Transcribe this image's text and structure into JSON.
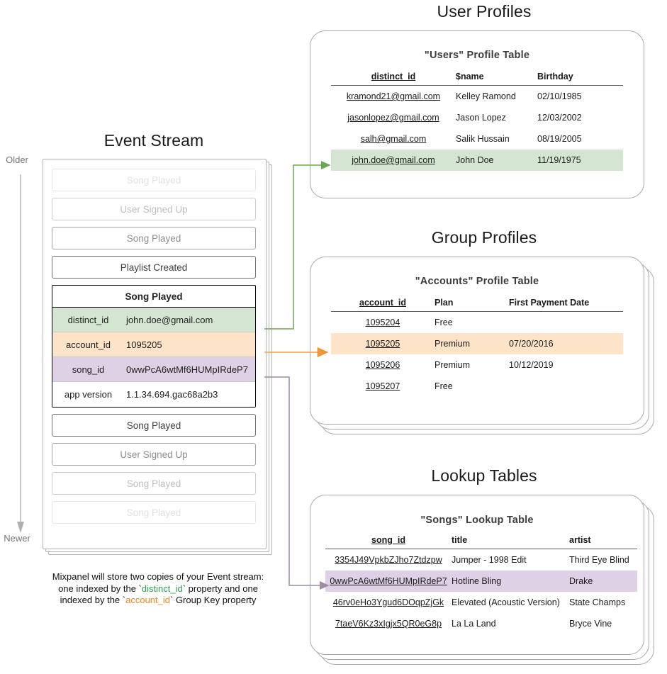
{
  "sections": {
    "event_stream_title": "Event Stream",
    "user_profiles_title": "User Profiles",
    "group_profiles_title": "Group Profiles",
    "lookup_tables_title": "Lookup Tables"
  },
  "age_axis": {
    "older_label": "Older",
    "newer_label": "Newer",
    "arrow_icon": "down-arrow-icon"
  },
  "event_stream": {
    "events_before": [
      {
        "label": "Song Played",
        "fade": "fade-1"
      },
      {
        "label": "User Signed Up",
        "fade": "fade-2"
      },
      {
        "label": "Song Played",
        "fade": "fade-3"
      },
      {
        "label": "Playlist Created",
        "fade": "fade-4"
      }
    ],
    "expanded_event": {
      "name": "Song Played",
      "properties": [
        {
          "key": "distinct_id",
          "value": "john.doe@gmail.com",
          "highlight": "green"
        },
        {
          "key": "account_id",
          "value": "1095205",
          "highlight": "orange"
        },
        {
          "key": "song_id",
          "value": "0wwPcA6wtMf6HUMpIRdeP7",
          "highlight": "purple"
        },
        {
          "key": "app version",
          "value": "1.1.34.694.gac68a2b3",
          "highlight": "none"
        }
      ]
    },
    "events_after": [
      {
        "label": "Song Played",
        "fade": "fade-4"
      },
      {
        "label": "User Signed Up",
        "fade": "fade-3"
      },
      {
        "label": "Song Played",
        "fade": "fade-2"
      },
      {
        "label": "Song Played",
        "fade": "fade-1"
      }
    ]
  },
  "users_table": {
    "title": "\"Users\" Profile Table",
    "columns": [
      "distinct_id",
      "$name",
      "Birthday"
    ],
    "rows": [
      {
        "cells": [
          "kramond21@gmail.com",
          "Kelley Ramond",
          "02/10/1985"
        ],
        "highlight": "none"
      },
      {
        "cells": [
          "jasonlopez@gmail.com",
          "Jason Lopez",
          "12/03/2002"
        ],
        "highlight": "none"
      },
      {
        "cells": [
          "salh@gmail.com",
          "Salik Hussain",
          "08/19/2005"
        ],
        "highlight": "none"
      },
      {
        "cells": [
          "john.doe@gmail.com",
          "John Doe",
          "11/19/1975"
        ],
        "highlight": "green"
      }
    ]
  },
  "accounts_table": {
    "title": "\"Accounts\" Profile Table",
    "columns": [
      "account_id",
      "Plan",
      "First Payment Date"
    ],
    "rows": [
      {
        "cells": [
          "1095204",
          "Free",
          ""
        ],
        "highlight": "none"
      },
      {
        "cells": [
          "1095205",
          "Premium",
          "07/20/2016"
        ],
        "highlight": "orange"
      },
      {
        "cells": [
          "1095206",
          "Premium",
          "10/12/2019"
        ],
        "highlight": "none"
      },
      {
        "cells": [
          "1095207",
          "Free",
          ""
        ],
        "highlight": "none"
      }
    ]
  },
  "songs_table": {
    "title": "\"Songs\" Lookup Table",
    "columns": [
      "song_id",
      "title",
      "artist"
    ],
    "rows": [
      {
        "cells": [
          "3354J49VpkbZJho7Ztdzpw",
          "Jumper - 1998 Edit",
          "Third Eye Blind"
        ],
        "highlight": "none"
      },
      {
        "cells": [
          "0wwPcA6wtMf6HUMpIRdeP7",
          "Hotline Bling",
          "Drake"
        ],
        "highlight": "purple"
      },
      {
        "cells": [
          "46rv0eHo3Ygud6DOqpZjGk",
          "Elevated (Acoustic Version)",
          "State Champs"
        ],
        "highlight": "none"
      },
      {
        "cells": [
          "7taeV6Kz3xIgjx5QR0eG8p",
          "La La Land",
          "Bryce Vine"
        ],
        "highlight": "none"
      }
    ]
  },
  "caption": {
    "line1": "Mixpanel will store two copies of your Event stream:",
    "line2_pre": "one indexed by the `",
    "line2_token": "distinct_id",
    "line2_post": "` property and one",
    "line3_pre": "indexed by the `",
    "line3_token": "account_id",
    "line3_post": "` Group Key property"
  },
  "colors": {
    "green_highlight": "#d4e6d1",
    "orange_highlight": "#fde3c8",
    "purple_highlight": "#ded1e5",
    "green_arrow": "#6aa84f",
    "orange_arrow": "#f09638",
    "purple_arrow": "#9f8aa8",
    "card_border": "#a8a8a8"
  }
}
